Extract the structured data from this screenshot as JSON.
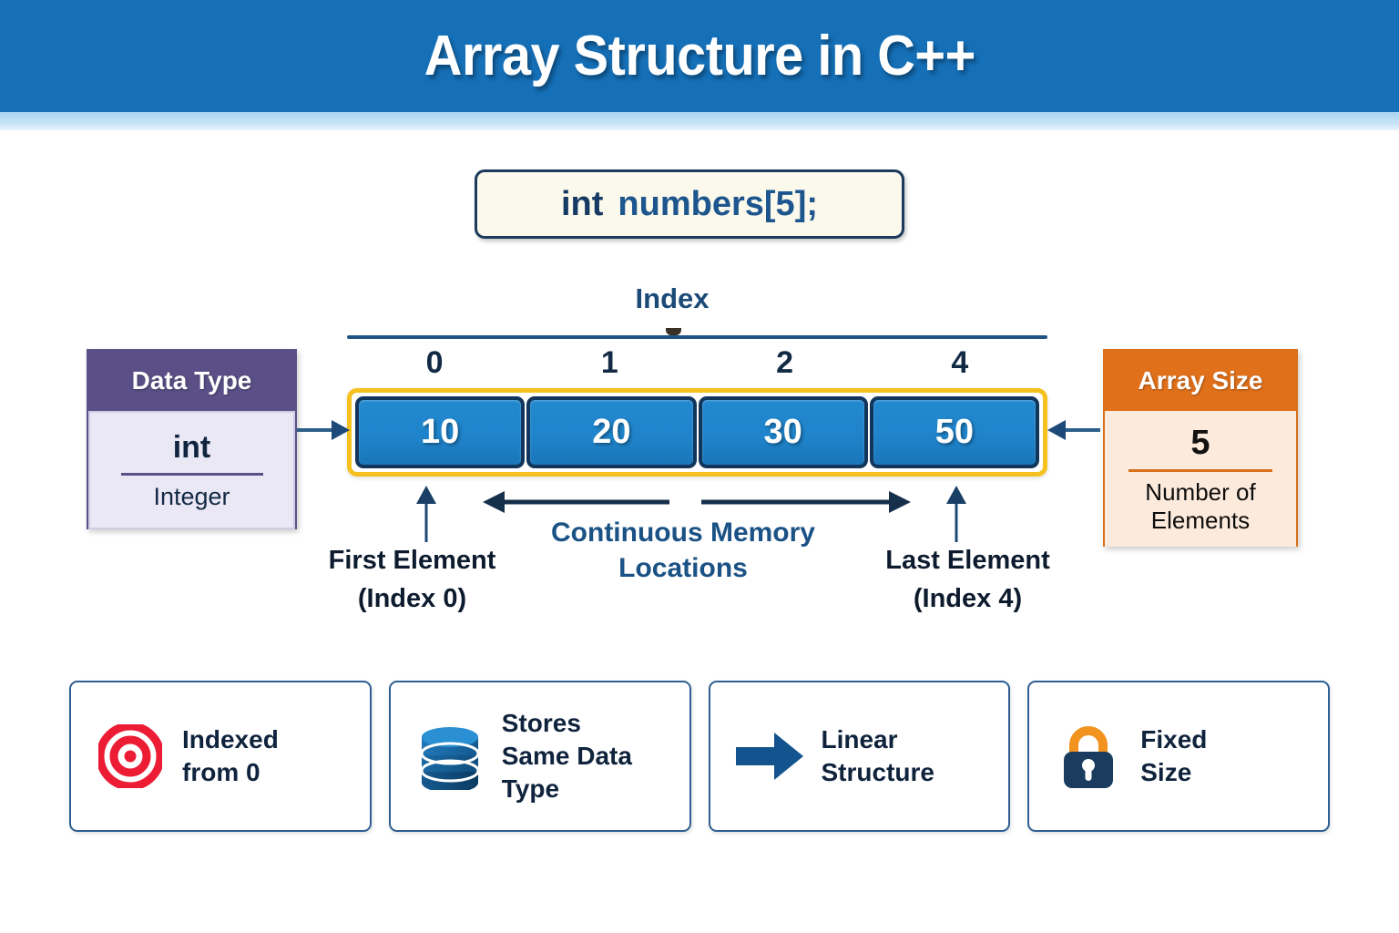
{
  "header": {
    "title": "Array Structure in C++",
    "band_color": "#1570b8",
    "strip_color": "#b3d9f2"
  },
  "code": {
    "keyword": "int",
    "rest": "numbers[5];",
    "bg_color": "#fbf9ec",
    "border_color": "#1b3a5c"
  },
  "index_section": {
    "label": "Index",
    "values": [
      "0",
      "1",
      "2",
      "4"
    ]
  },
  "array": {
    "cells": [
      "10",
      "20",
      "30",
      "50"
    ],
    "outline_color": "#f5c11e",
    "cell_fill": "#2389cf",
    "cell_border": "#12355c"
  },
  "data_type_panel": {
    "header": "Data Type",
    "value": "int",
    "subtitle": "Integer",
    "header_color": "#5a4f86",
    "body_color": "#eae8f4"
  },
  "array_size_panel": {
    "header": "Array Size",
    "value": "5",
    "subtitle": "Number of\nElements",
    "subtitle_line1": "Number of",
    "subtitle_line2": "Elements",
    "header_color": "#e0701a",
    "body_color": "#fcebdd"
  },
  "annotations": {
    "first_element_line1": "First Element",
    "first_element_line2": "(Index 0)",
    "last_element_line1": "Last Element",
    "last_element_line2": "(Index 4)",
    "memory_line1": "Continuous Memory",
    "memory_line2": "Locations",
    "memory_color": "#1b5285"
  },
  "feature_cards": [
    {
      "icon": "target-icon",
      "line1": "Indexed",
      "line2": "from 0",
      "icon_color": "#ec1c35"
    },
    {
      "icon": "database-icon",
      "line1": "Stores",
      "line2": "Same Data",
      "line3": "Type",
      "icon_color": "#1a6fb0"
    },
    {
      "icon": "right-arrow-icon",
      "line1": "Linear",
      "line2": "Structure",
      "icon_color": "#13548f"
    },
    {
      "icon": "lock-icon",
      "line1": "Fixed",
      "line2": "Size",
      "icon_color": "#1a3c5e",
      "icon_accent": "#f2921f"
    }
  ]
}
